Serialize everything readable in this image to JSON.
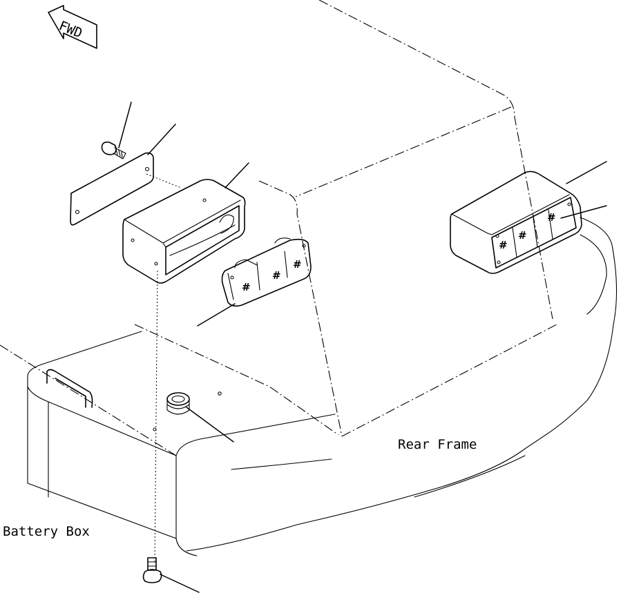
{
  "labels": {
    "fwd": "FWD",
    "rear_frame": "Rear Frame",
    "battery_box": "Battery Box"
  },
  "lamp_marks": {
    "left_lamp": [
      "#",
      "#",
      "#"
    ],
    "right_lamp": [
      "#",
      "#",
      "#"
    ]
  },
  "colors": {
    "line": "#000000",
    "background": "#ffffff"
  }
}
